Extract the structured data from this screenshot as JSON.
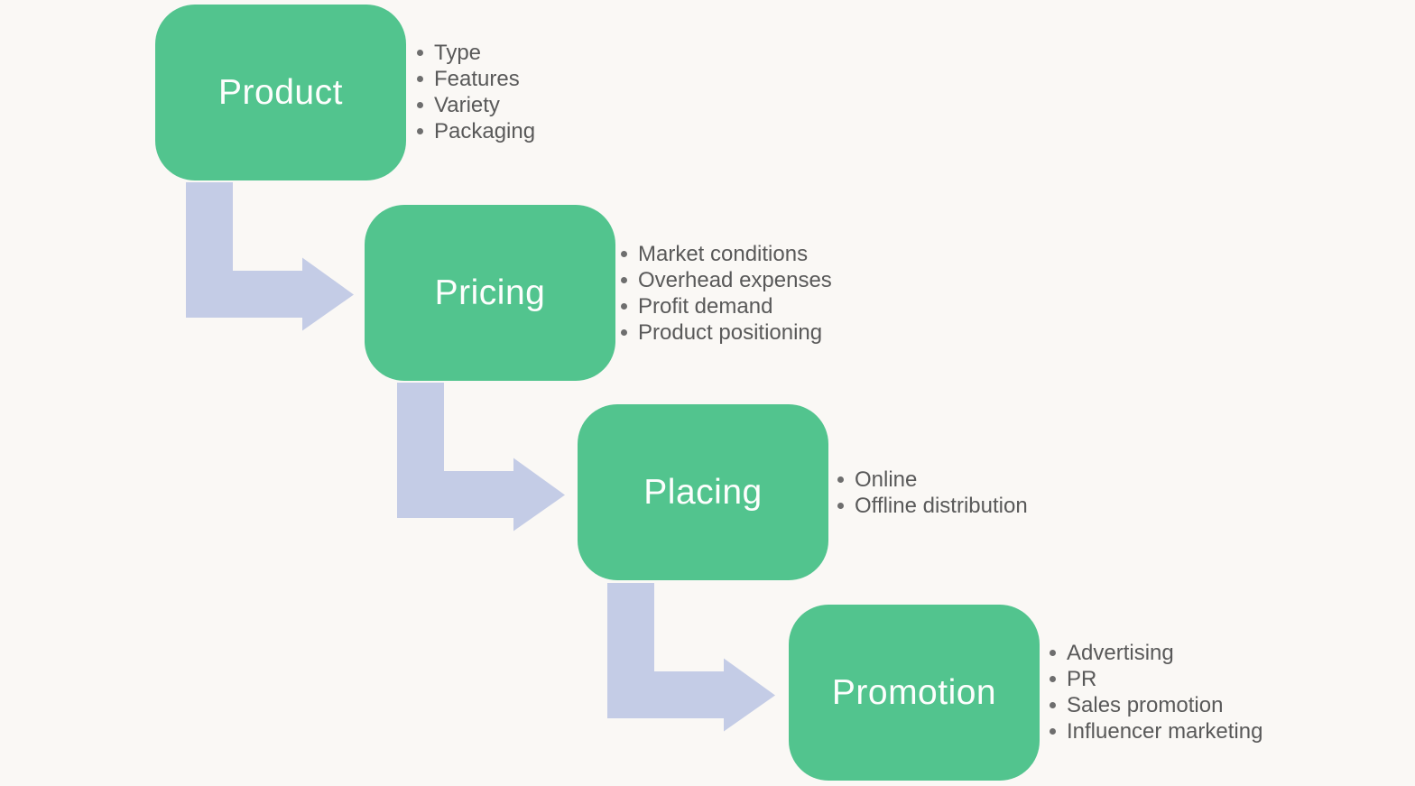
{
  "diagram": {
    "type": "stair-step process (marketing mix 4P)",
    "colors": {
      "background": "#FAF8F5",
      "box_fill": "#52C48E",
      "box_label": "#FDFEFD",
      "arrow_fill": "#C4CCE6",
      "list_text": "#595959",
      "bullet_dot": "#6E6E6E"
    },
    "steps": [
      {
        "label": "Product",
        "items": [
          "Type",
          "Features",
          "Variety",
          "Packaging"
        ]
      },
      {
        "label": "Pricing",
        "items": [
          "Market conditions",
          "Overhead expenses",
          "Profit demand",
          "Product positioning"
        ]
      },
      {
        "label": "Placing",
        "items": [
          "Online",
          "Offline distribution"
        ]
      },
      {
        "label": "Promotion",
        "items": [
          "Advertising",
          "PR",
          "Sales promotion",
          "Influencer marketing"
        ]
      }
    ],
    "connectors": [
      {
        "name": "product-to-pricing",
        "shape": "elbow-arrow-down-right"
      },
      {
        "name": "pricing-to-placing",
        "shape": "elbow-arrow-down-right"
      },
      {
        "name": "placing-to-promotion",
        "shape": "elbow-arrow-down-right"
      }
    ]
  }
}
